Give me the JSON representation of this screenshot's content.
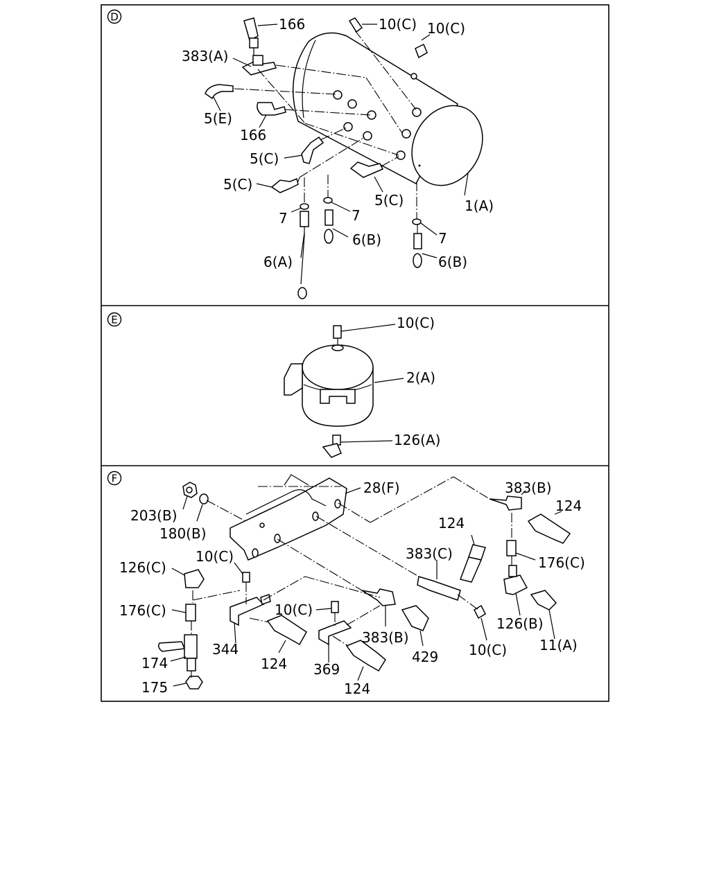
{
  "sections": {
    "d": "D",
    "e": "E",
    "f": "F"
  },
  "labels": {
    "d_166_top": "166",
    "d_10c_a": "10(C)",
    "d_10c_b": "10(C)",
    "d_383a": "383(A)",
    "d_5e": "5(E)",
    "d_166_mid": "166",
    "d_5c_a": "5(C)",
    "d_5c_b": "5(C)",
    "d_5c_c": "5(C)",
    "d_1a": "1(A)",
    "d_7_a": "7",
    "d_7_b": "7",
    "d_7_c": "7",
    "d_6b_a": "6(B)",
    "d_6a": "6(A)",
    "d_6b_b": "6(B)",
    "e_10c": "10(C)",
    "e_2a": "2(A)",
    "e_126a": "126(A)",
    "f_28f": "28(F)",
    "f_383b_a": "383(B)",
    "f_124_a": "124",
    "f_203b": "203(B)",
    "f_180b": "180(B)",
    "f_124_b": "124",
    "f_383c": "383(C)",
    "f_176c_a": "176(C)",
    "f_126c": "126(C)",
    "f_10c_a": "10(C)",
    "f_176c_b": "176(C)",
    "f_10c_b": "10(C)",
    "f_126b": "126(B)",
    "f_383b_b": "383(B)",
    "f_344": "344",
    "f_429": "429",
    "f_10c_c": "10(C)",
    "f_11a": "11(A)",
    "f_174": "174",
    "f_124_c": "124",
    "f_369": "369",
    "f_175": "175",
    "f_124_d": "124"
  }
}
